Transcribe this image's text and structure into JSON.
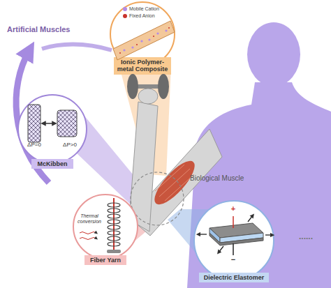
{
  "diagram": {
    "nodes": [
      {
        "text": [
          "Ionic Polymer-metal Composite"
        ]
      },
      {
        "text": [
          "ΔP=0",
          "ΔP>0",
          "McKibben"
        ]
      },
      {
        "text": [
          "Thermal conversion",
          "Fiber Yarn"
        ]
      },
      {
        "text": [
          "+",
          "−",
          "Dielectric Elastomer"
        ]
      }
    ],
    "labels": [
      "Artificial Muscles",
      "Biological Muscle",
      "......"
    ],
    "legend": [
      {
        "text": "Mobile Cation",
        "color": "#b48be6"
      },
      {
        "text": "Fixed Anion",
        "color": "#c8322b"
      }
    ]
  }
}
